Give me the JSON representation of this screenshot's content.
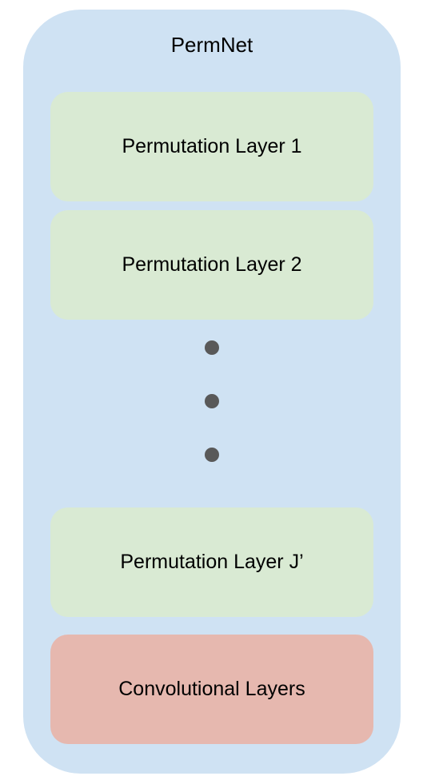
{
  "diagram": {
    "title": "PermNet",
    "layers": [
      {
        "label": "Permutation Layer 1",
        "kind": "permutation"
      },
      {
        "label": "Permutation Layer 2",
        "kind": "permutation"
      },
      {
        "label": "Permutation Layer J’",
        "kind": "permutation"
      },
      {
        "label": "Convolutional Layers",
        "kind": "convolutional"
      }
    ],
    "ellipsis_dots": 3
  },
  "colors": {
    "container": "#cfe2f3",
    "permutation": "#d9ead3",
    "convolutional": "#e6b8af",
    "dot": "#595959"
  }
}
